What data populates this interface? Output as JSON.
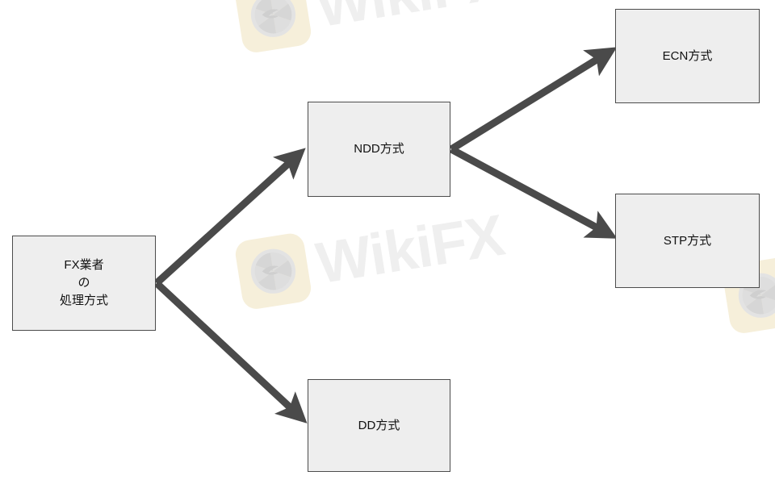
{
  "diagram": {
    "type": "flowchart",
    "orientation": "left-to-right",
    "background_color": "#ffffff",
    "node_fill_color": "#eeeeee",
    "node_border_color": "#4c4c4c",
    "arrow_color": "#4a4a4a",
    "nodes": [
      {
        "id": "root",
        "label": "FX業者\nの\n処理方式"
      },
      {
        "id": "ndd",
        "label": "NDD方式"
      },
      {
        "id": "dd",
        "label": "DD方式"
      },
      {
        "id": "ecn",
        "label": "ECN方式"
      },
      {
        "id": "stp",
        "label": "STP方式"
      }
    ],
    "edges": [
      {
        "from": "root",
        "to": "ndd"
      },
      {
        "from": "root",
        "to": "dd"
      },
      {
        "from": "ndd",
        "to": "ecn"
      },
      {
        "from": "ndd",
        "to": "stp"
      }
    ]
  },
  "watermark": {
    "text": "WikiFX",
    "icon": "wikifx-aperture-logo",
    "badge_color": "#f6efda",
    "text_color": "#efefef"
  }
}
